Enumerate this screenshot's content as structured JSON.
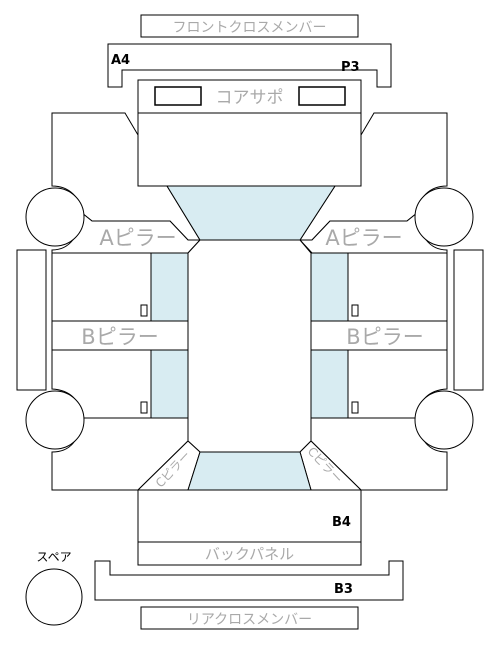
{
  "labels": {
    "front_cross_member": "フロントクロスメンバー",
    "core_support": "コアサポ",
    "a_pillar_left": "Aピラー",
    "a_pillar_right": "Aピラー",
    "b_pillar_left": "Bピラー",
    "b_pillar_right": "Bピラー",
    "c_pillar_left": "Cピラー",
    "c_pillar_right": "Cピラー",
    "back_panel": "バックパネル",
    "rear_cross_member": "リアクロスメンバー",
    "spare": "スペア"
  },
  "codes": {
    "a4": "A4",
    "p3": "P3",
    "b4": "B4",
    "b3": "B3"
  },
  "colors": {
    "glass": "#d8ecf2",
    "line": "#000000",
    "label": "#a9a9a9",
    "background": "#ffffff"
  }
}
